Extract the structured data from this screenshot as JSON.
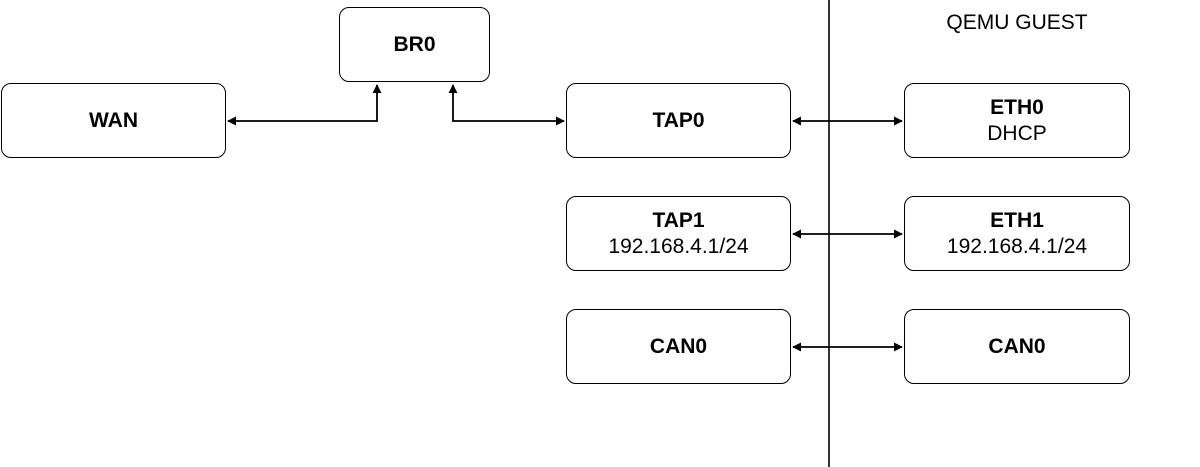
{
  "region": {
    "guest_label": "QEMU GUEST"
  },
  "nodes": {
    "wan": {
      "title": "WAN"
    },
    "br0": {
      "title": "BR0"
    },
    "tap0": {
      "title": "TAP0"
    },
    "tap1": {
      "title": "TAP1",
      "sub": "192.168.4.1/24"
    },
    "can0_host": {
      "title": "CAN0"
    },
    "eth0": {
      "title": "ETH0",
      "sub": "DHCP"
    },
    "eth1": {
      "title": "ETH1",
      "sub": "192.168.4.1/24"
    },
    "can0_guest": {
      "title": "CAN0"
    }
  },
  "colors": {
    "stroke": "#000000",
    "background": "#ffffff"
  }
}
